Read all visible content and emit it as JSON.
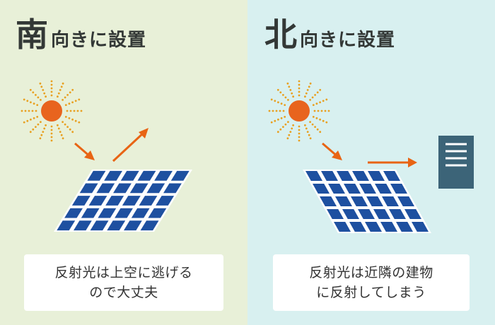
{
  "colors": {
    "left_bg": "#e8f0d8",
    "right_bg": "#d8f0f0",
    "title_text": "#333836",
    "sun": "#e8641e",
    "rays": "#e8a020",
    "arrow": "#e86414",
    "panel_cell": "#1e50a0",
    "panel_grid": "#ffffff",
    "building": "#3c6478",
    "card_bg": "#ffffff"
  },
  "left": {
    "title_big": "南",
    "title_small": "向きに設置",
    "caption_line1": "反射光は上空に逃げる",
    "caption_line2": "ので大丈夫"
  },
  "right": {
    "title_big": "北",
    "title_small": "向きに設置",
    "caption_line1": "反射光は近隣の建物",
    "caption_line2": "に反射してしまう"
  },
  "icons": {
    "sun": "sun-icon",
    "solar_panel": "solar-panel-icon",
    "building": "building-icon",
    "arrow": "arrow-icon"
  }
}
